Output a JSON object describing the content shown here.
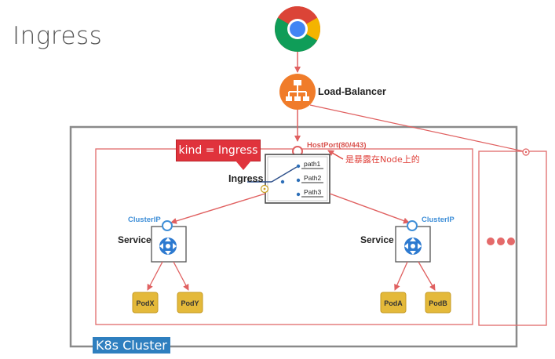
{
  "title": "Ingress",
  "load_balancer": {
    "label": "Load-Balancer"
  },
  "hostport": {
    "label": "HostPort(80/443)",
    "note": "是暴露在Node上的"
  },
  "callout": {
    "text": "kind = Ingress"
  },
  "ingress": {
    "label": "Ingress",
    "paths": [
      "path1",
      "Path2",
      "Path3"
    ]
  },
  "services": [
    {
      "cluster_ip": "ClusterIP",
      "label": "Service",
      "pods": [
        "PodX",
        "PodY"
      ]
    },
    {
      "cluster_ip": "ClusterIP",
      "label": "Service",
      "pods": [
        "PodA",
        "PodB"
      ]
    }
  ],
  "cluster": {
    "label": "K8s Cluster"
  },
  "colors": {
    "accent_red": "#e0433c",
    "line_red": "#e06060",
    "cluster_blue": "#2f7fbf",
    "clusterip_blue": "#3f8fd8",
    "pod_yellow": "#e4b93a",
    "lb_orange": "#f07c2a",
    "service_blue": "#2d7ad0",
    "hostport_text": "#d9534f"
  },
  "icons": [
    "chrome-icon",
    "load-balancer-icon",
    "service-icon",
    "ellipsis-icon"
  ]
}
